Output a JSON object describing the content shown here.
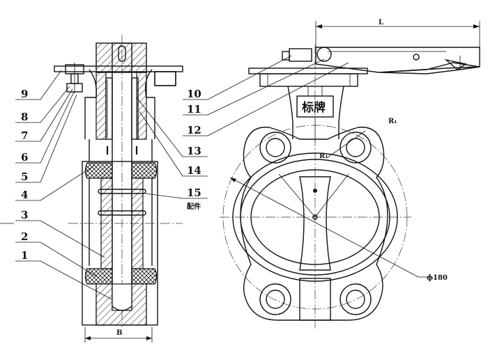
{
  "part_numbers": [
    "1",
    "2",
    "3",
    "4",
    "5",
    "6",
    "7",
    "8",
    "9",
    "10",
    "11",
    "12",
    "13",
    "14",
    "15"
  ],
  "spare_label": "配件",
  "nameplate_text": "标牌",
  "dimensions": {
    "length": "L",
    "width": "B",
    "diameter": "ф180",
    "radius": "R₁"
  },
  "colors": {
    "line": "#111111",
    "background": "#ffffff"
  }
}
